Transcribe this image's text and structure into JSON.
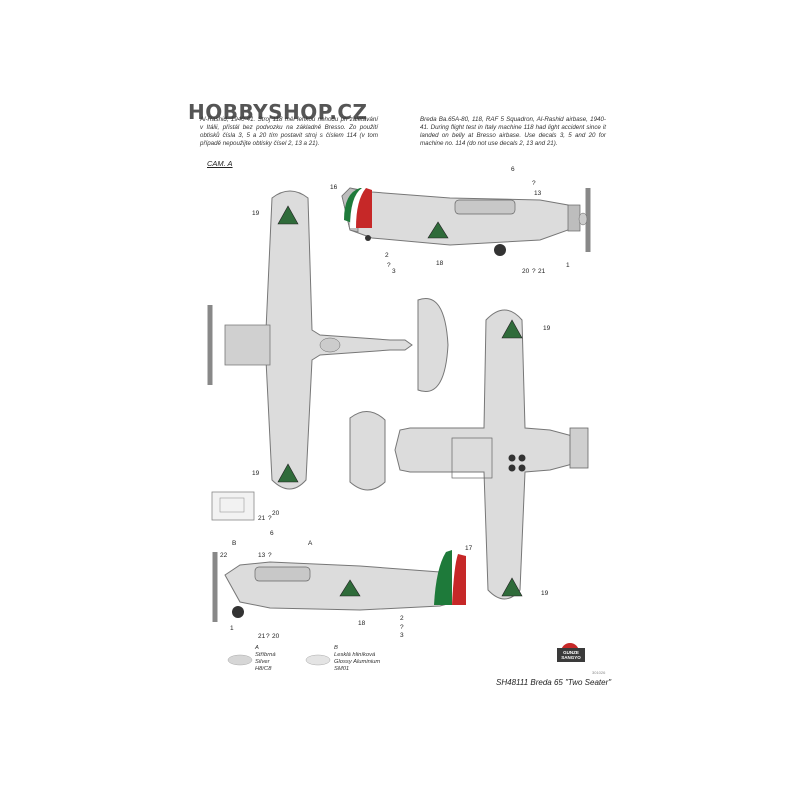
{
  "watermark": "HOBBYSHOP.CZ",
  "text_cz": "Al-Rashid, 1940-41. Stroj 118 měl lehkou nehodu při zalétávání v Itálii, přistál bez podvozku na základně Bresso. Zo použití obtisků čísla 3, 5 a 20 tím postavit stroj s číslem 114 (v tom případě nepoužijte obtisky čísel 2, 13 a 21).",
  "text_en": "Breda Ba.65A-80, 118, RAF 5 Squadron, Al-Rashid airbase, 1940-41. During flight test in Italy machine 118 had light accident since it landed on belly at Bresso airbase. Use decals 3, 5 and 20 for machine no. 114 (do not use decals 2, 13 and 21).",
  "cam_label": "CAM. A",
  "callouts": {
    "top_16": "16",
    "top_6": "6",
    "top_q1": "?",
    "top_13": "13",
    "top_19": "19",
    "top_2": "2",
    "top_q2": "?",
    "top_3": "3",
    "top_18": "18",
    "top_20": "20",
    "top_q3": "?",
    "top_21": "21",
    "top_1": "1",
    "mid_19a": "19",
    "mid_19b": "19",
    "mid_20": "20",
    "mid_21": "21",
    "mid_q": "?",
    "low_B": "B",
    "low_22": "22",
    "low_6": "6",
    "low_13": "13",
    "low_q": "?",
    "low_A": "A",
    "low_17": "17",
    "low_1": "1",
    "low_21": "21",
    "low_q2": "?",
    "low_20": "20",
    "low_18": "18",
    "low_2": "2",
    "low_q3": "?",
    "low_3": "3",
    "low_19": "19"
  },
  "legend": {
    "a_letter": "A",
    "a_line1": "Stříbrná",
    "a_line2": "Silver",
    "a_line3": "H8/C8",
    "b_letter": "B",
    "b_line1": "Lesklá hliníková",
    "b_line2": "Glossy Aluminium",
    "b_line3": "SM01"
  },
  "caption": "SH48111 Breda 65 \"Two Seater\"",
  "code": "301026",
  "brands": {
    "gunze_1": "GUNZE",
    "gunze_2": "SANGYO"
  },
  "colors": {
    "aircraft_silver": "#dcdcdc",
    "roundel_green": "#2f6b3a",
    "italy_green": "#1e7a3a",
    "italy_red": "#c62828"
  }
}
